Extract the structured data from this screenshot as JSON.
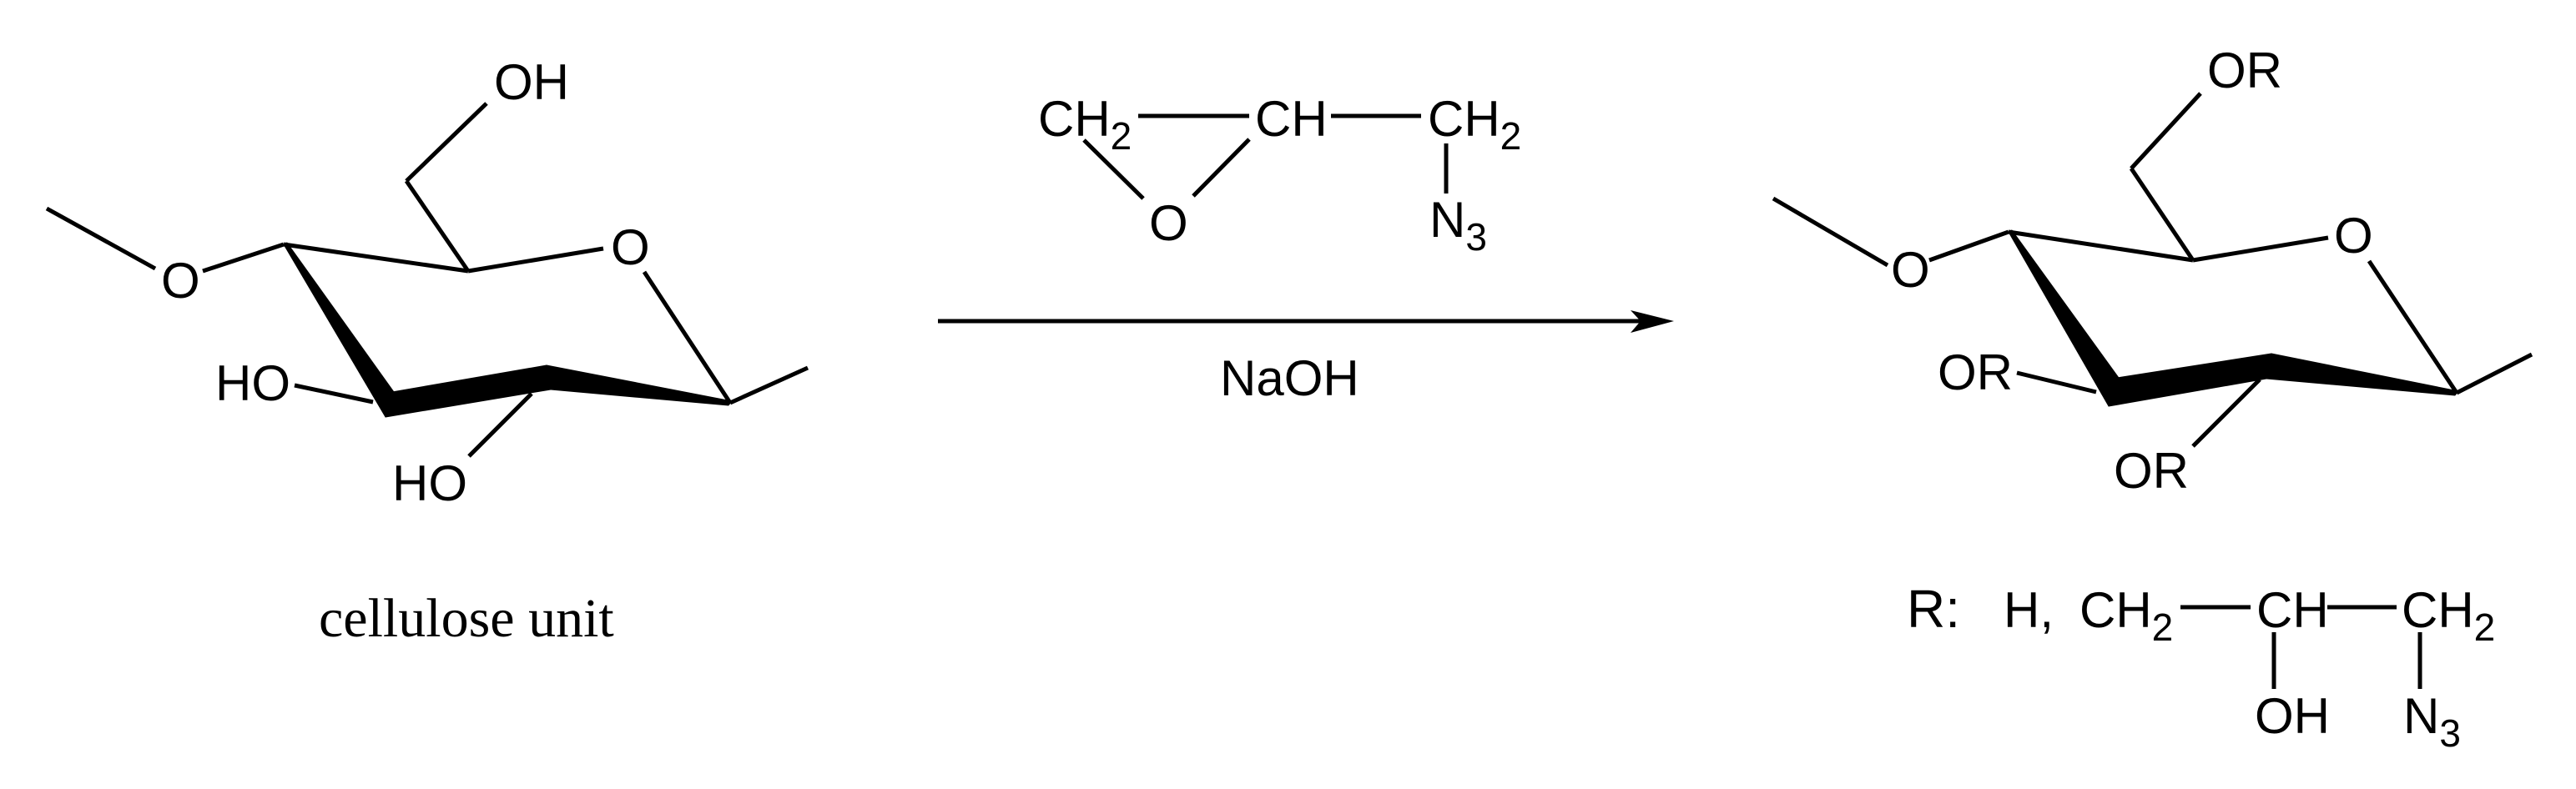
{
  "reactant": {
    "caption": "cellulose unit",
    "labels": {
      "c6_oh": "OH",
      "glycosidic_o": "O",
      "ring_o": "O",
      "c3_ho": "HO",
      "c2_ho": "HO"
    }
  },
  "reagent": {
    "epoxide": {
      "ch2_left": "CH",
      "ch2_left_sub": "2",
      "ch": "CH",
      "ch2_right": "CH",
      "ch2_right_sub": "2",
      "epoxide_o": "O",
      "azide": "N",
      "azide_sub": "3"
    },
    "condition": "NaOH"
  },
  "product": {
    "labels": {
      "c6_or": "OR",
      "glycosidic_o": "O",
      "ring_o": "O",
      "c3_or": "OR",
      "c2_or": "OR"
    },
    "r_definition": {
      "r_label": "R:",
      "option_h": "H,",
      "ch2": "CH",
      "ch2_sub": "2",
      "ch": "CH",
      "ch2_end": "CH",
      "ch2_end_sub": "2",
      "oh": "OH",
      "azide": "N",
      "azide_sub": "3"
    }
  },
  "colors": {
    "ink": "#000000",
    "background": "#ffffff"
  }
}
